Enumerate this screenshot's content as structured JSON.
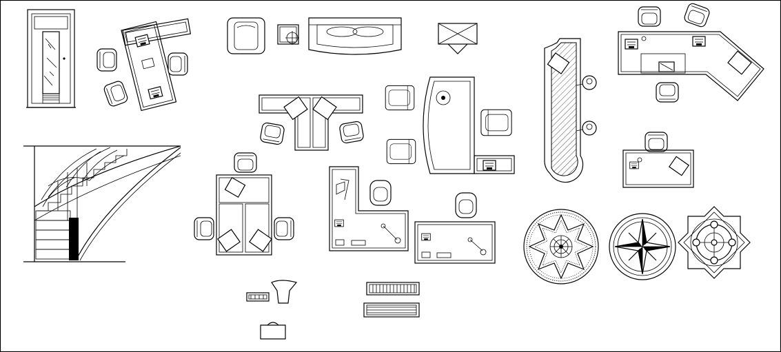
{
  "sheet": {
    "background": "#ffffff",
    "line_color": "#000000"
  },
  "blocks": [
    {
      "id": "door-elevation",
      "kind": "door"
    },
    {
      "id": "l-desk-set",
      "kind": "desk"
    },
    {
      "id": "armchair",
      "kind": "chair"
    },
    {
      "id": "side-table",
      "kind": "table"
    },
    {
      "id": "sofa",
      "kind": "sofa"
    },
    {
      "id": "cabinet",
      "kind": "cabinet"
    },
    {
      "id": "reception-counter",
      "kind": "counter"
    },
    {
      "id": "corner-desk",
      "kind": "desk"
    },
    {
      "id": "spiral-staircase",
      "kind": "stair"
    },
    {
      "id": "workstation-y",
      "kind": "desk"
    },
    {
      "id": "executive-desk",
      "kind": "desk"
    },
    {
      "id": "four-seat-workstation",
      "kind": "desk"
    },
    {
      "id": "l-workstation",
      "kind": "desk"
    },
    {
      "id": "desk-with-chair",
      "kind": "desk"
    },
    {
      "id": "small-desk",
      "kind": "desk"
    },
    {
      "id": "star-medallion",
      "kind": "floor-medallion"
    },
    {
      "id": "compass-rose-medallion",
      "kind": "floor-medallion"
    },
    {
      "id": "ornamental-medallion",
      "kind": "floor-medallion"
    },
    {
      "id": "small-fixtures",
      "kind": "misc"
    },
    {
      "id": "radiator-grilles",
      "kind": "grille"
    }
  ]
}
